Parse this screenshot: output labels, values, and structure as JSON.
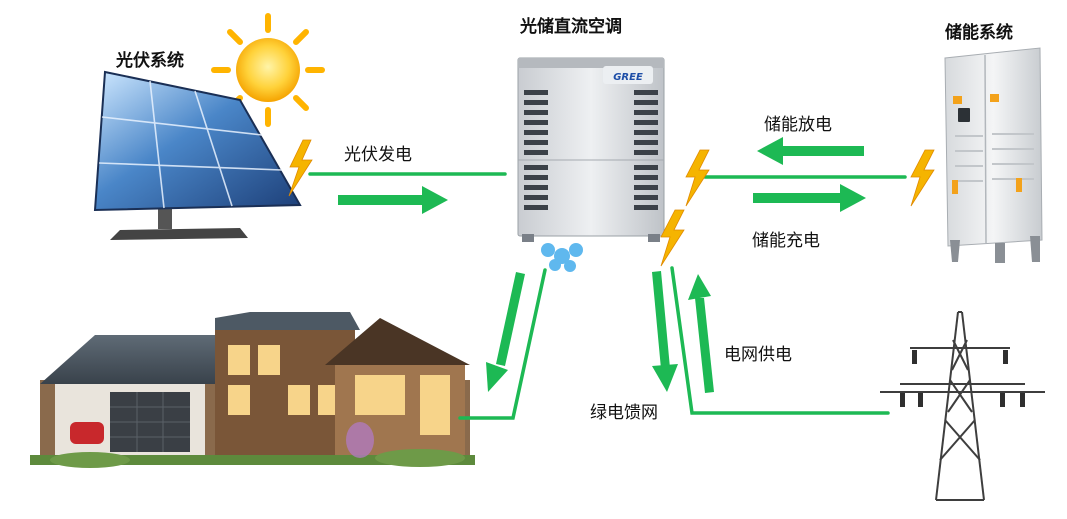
{
  "labels": {
    "pv_system": "光伏系统",
    "ac_unit": "光储直流空调",
    "storage_system": "储能系统",
    "pv_generation": "光伏发电",
    "storage_discharge": "储能放电",
    "storage_charge": "储能充电",
    "grid_supply": "电网供电",
    "green_feed": "绿电馈网"
  },
  "ac_brand": "GREE",
  "colors": {
    "flow_arrow": "#1db954",
    "lightning": "#f5b400",
    "sun": "#ffc21a"
  },
  "icons": [
    "sun-icon",
    "solar-panel-icon",
    "ac-unit-icon",
    "storage-cabinet-icon",
    "house-icon",
    "transmission-tower-icon",
    "lightning-icon"
  ]
}
